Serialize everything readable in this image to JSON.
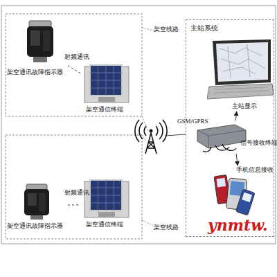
{
  "diagram": {
    "nodes": [
      {
        "text": [
          "架空通讯故障指示器"
        ]
      },
      {
        "text": [
          "架空通信终端"
        ]
      },
      {
        "text": [
          "主站系统"
        ]
      },
      {
        "text": [
          "主站显示"
        ],
        "in": 2
      },
      {
        "text": [
          "信号接收终端"
        ],
        "in": 2
      },
      {
        "text": [
          "手机信息接收"
        ],
        "in": 2
      },
      {
        "text": [
          "架空通讯故障指示器"
        ]
      },
      {
        "text": [
          "架空通信终端"
        ]
      }
    ],
    "edges": [
      {
        "from": 0,
        "to": 1,
        "label": "射频通讯",
        "arrow": "none"
      },
      {
        "from": 6,
        "to": 7,
        "label": "射频通讯",
        "arrow": "none"
      },
      {
        "from": 4,
        "to": 3,
        "arrow": "to"
      },
      {
        "from": 4,
        "to": 5,
        "arrow": "to"
      }
    ],
    "labels": [
      "架空线路",
      "架空线路",
      "GSM/GPRS",
      "ynmtw."
    ]
  }
}
